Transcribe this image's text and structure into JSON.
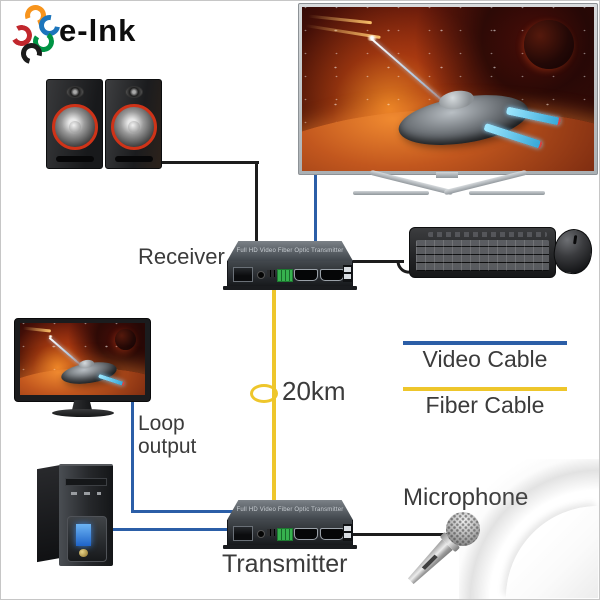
{
  "logo": {
    "text": "e-lnk",
    "icon_colors": [
      "#f7941d",
      "#1c75bc",
      "#c1272d",
      "#009444",
      "#1c1c1c"
    ]
  },
  "labels": {
    "receiver": "Receiver",
    "transmitter": "Transmitter",
    "loop_output": "Loop output",
    "distance": "20km",
    "microphone": "Microphone"
  },
  "legend": {
    "items": [
      {
        "label": "Video Cable",
        "color": "#2b5ea7"
      },
      {
        "label": "Fiber Cable",
        "color": "#eec62b"
      }
    ]
  },
  "devices": {
    "receiver": {
      "panel_text": "Full HD Video Fiber Optic Transmitter"
    },
    "transmitter": {
      "panel_text": "Full HD Video Fiber Optic Transmitter"
    }
  },
  "cables": {
    "video": "#2b5ea7",
    "fiber": "#eec62b",
    "signal": "#1c1c1c"
  }
}
